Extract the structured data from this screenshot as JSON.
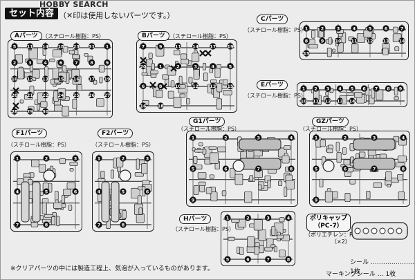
{
  "header": {
    "site_watermark": "HOBBY SEARCH",
    "section_title": "セット内容",
    "note": "（✕印は使用しないパーツです。）"
  },
  "runners": [
    {
      "id": "A",
      "label": "Aパーツ",
      "material": "（スチロール樹脂：PS）"
    },
    {
      "id": "B",
      "label": "Bパーツ",
      "material": "（スチロール樹脂：PS）"
    },
    {
      "id": "C",
      "label": "Cパーツ",
      "material": "（スチロール樹脂：PS）"
    },
    {
      "id": "E",
      "label": "Eパーツ",
      "material": "（スチロール樹脂：PS）"
    },
    {
      "id": "F1",
      "label": "F1パーツ",
      "material": "（スチロール樹脂：PS）"
    },
    {
      "id": "F2",
      "label": "F2パーツ",
      "material": "（スチロール樹脂：PS）"
    },
    {
      "id": "G1",
      "label": "G1パーツ",
      "material": "（スチロール樹脂：PS）"
    },
    {
      "id": "G2",
      "label": "GZパーツ",
      "material": "（スチロール樹脂：PS）"
    },
    {
      "id": "H",
      "label": "Hパーツ",
      "material": "（スチロール樹脂：PS）"
    }
  ],
  "polycap": {
    "title_line1": "ポリキャップ",
    "title_line2": "（PC-7）",
    "material": "（ポリエチレン：PE）",
    "count": "（×2）"
  },
  "stickers": {
    "seal": "シール ………………… 1枚",
    "marking": "マーキングシール … 1枚"
  },
  "footer": {
    "note": "※クリアパーツの中には製造工程上、気泡が入っているものがあります。"
  },
  "part_numbers": {
    "A": [
      "5",
      "11",
      "14",
      "18",
      "23",
      "31",
      "1",
      "2",
      "3",
      "4",
      "6",
      "7",
      "8",
      "9",
      "10",
      "12",
      "13",
      "15",
      "16",
      "17",
      "19",
      "20",
      "21",
      "22",
      "24",
      "25",
      "26",
      "27",
      "28",
      "29",
      "30"
    ],
    "B": [
      "7",
      "9",
      "11",
      "14",
      "17",
      "19",
      "20",
      "1",
      "2",
      "3",
      "4",
      "5",
      "6",
      "8",
      "10",
      "12",
      "13",
      "15",
      "16",
      "18"
    ],
    "C": [
      "1",
      "2",
      "3",
      "4",
      "5",
      "6",
      "7",
      "8",
      "9",
      "10",
      "11",
      "12",
      "13",
      "14",
      "15"
    ],
    "E": [
      "1",
      "2",
      "3",
      "4",
      "5",
      "6",
      "7",
      "8",
      "9",
      "10",
      "11",
      "12",
      "13",
      "14"
    ],
    "F1": [
      "1",
      "2",
      "3",
      "4",
      "5",
      "6",
      "7",
      "8"
    ],
    "F2": [
      "1",
      "2",
      "3",
      "4",
      "5",
      "6",
      "7",
      "8"
    ],
    "G1": [
      "1",
      "2",
      "3",
      "4",
      "5",
      "6",
      "7",
      "8",
      "9"
    ],
    "G2": [
      "1",
      "2",
      "3",
      "4",
      "5",
      "6",
      "7",
      "8",
      "9"
    ],
    "H": [
      "1",
      "2",
      "3",
      "4",
      "5",
      "6",
      "7",
      "8"
    ]
  }
}
